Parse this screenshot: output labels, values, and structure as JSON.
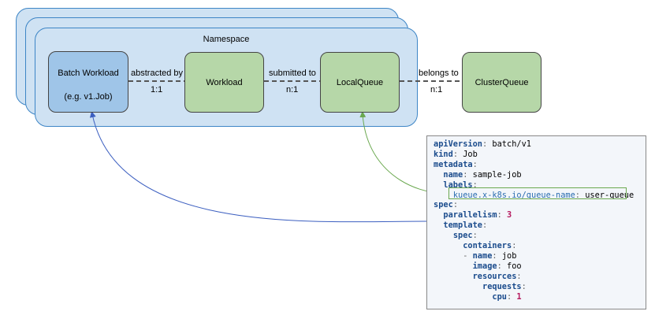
{
  "namespace": {
    "title": "Namespace"
  },
  "nodes": {
    "batch_workload": {
      "line1": "Batch Workload",
      "line2": "(e.g. v1.Job)"
    },
    "workload": "Workload",
    "local_queue": "LocalQueue",
    "cluster_queue": "ClusterQueue"
  },
  "edges": [
    {
      "label": "abstracted by",
      "ratio": "1:1"
    },
    {
      "label": "submitted to",
      "ratio": "n:1"
    },
    {
      "label": "belongs to",
      "ratio": "n:1"
    }
  ],
  "yaml": {
    "apiVersion": {
      "key": "apiVersion",
      "value": "batch/v1"
    },
    "kind": {
      "key": "kind",
      "value": "Job"
    },
    "metadata": {
      "key": "metadata"
    },
    "name": {
      "key": "name",
      "value": "sample-job"
    },
    "labels": {
      "key": "labels"
    },
    "queue_label": {
      "key": "kueue.x-k8s.io/queue-name",
      "value": "user-queue"
    },
    "spec": {
      "key": "spec"
    },
    "parallelism": {
      "key": "parallelism",
      "value": "3"
    },
    "template": {
      "key": "template"
    },
    "spec2": {
      "key": "spec"
    },
    "containers": {
      "key": "containers"
    },
    "container_name": {
      "key": "name",
      "value": "job"
    },
    "image": {
      "key": "image",
      "value": "foo"
    },
    "resources": {
      "key": "resources"
    },
    "requests": {
      "key": "requests"
    },
    "cpu": {
      "key": "cpu",
      "value": "1"
    }
  },
  "colors": {
    "namespace_fill": "#cfe2f3",
    "blue_node": "#9fc5e8",
    "green_node": "#b6d7a8",
    "blue_arrow": "#3c5fc0",
    "green_arrow": "#6aa84f"
  }
}
